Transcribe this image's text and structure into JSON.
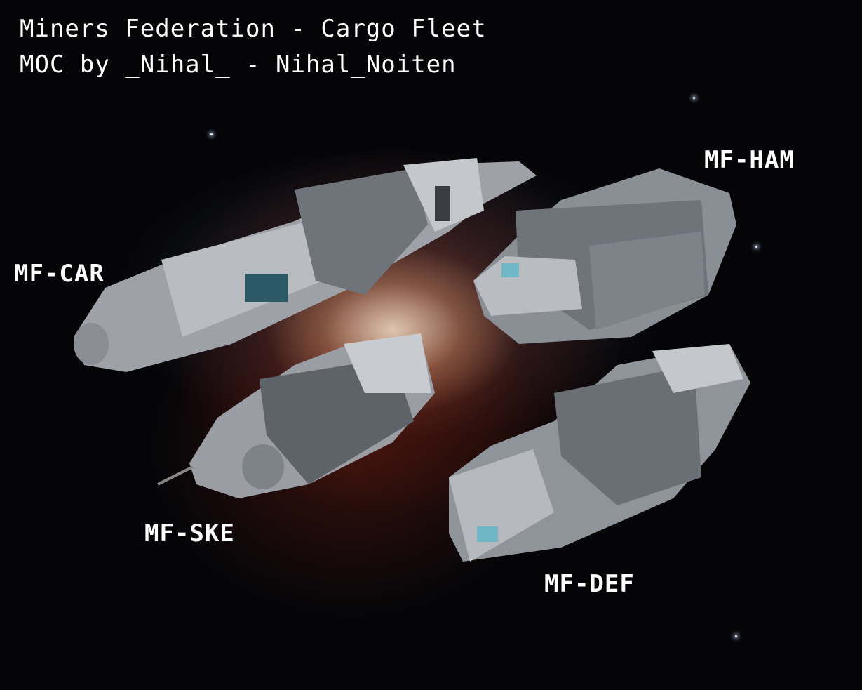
{
  "title": {
    "line1": "Miners Federation - Cargo Fleet",
    "line2": "MOC by _Nihal_ - Nihal_Noiten"
  },
  "ships": [
    {
      "label": "MF-CAR"
    },
    {
      "label": "MF-HAM"
    },
    {
      "label": "MF-SKE"
    },
    {
      "label": "MF-DEF"
    }
  ],
  "colors": {
    "hull_light": "#b9bcc0",
    "hull_dark": "#6f747b",
    "window": "#3fb6c8",
    "text": "#ffffff"
  }
}
